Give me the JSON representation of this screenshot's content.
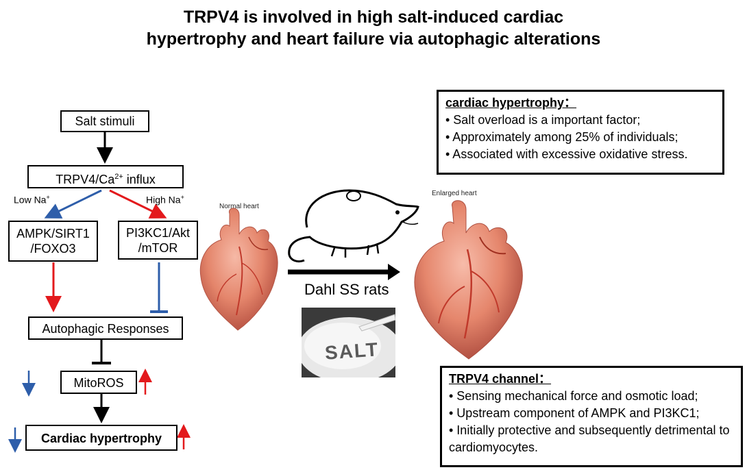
{
  "title": {
    "line1": "TRPV4 is involved in high salt-induced cardiac",
    "line2": "hypertrophy and heart failure via autophagic alterations"
  },
  "flow": {
    "salt_stimuli": "Salt stimuli",
    "trpv4_prefix": "TRPV4/Ca",
    "trpv4_sup": "2+",
    "trpv4_suffix": " influx",
    "low_na": "Low Na",
    "high_na": "High Na",
    "na_sup": "+",
    "ampk_line1": "AMPK/SIRT1",
    "ampk_line2": "/FOXO3",
    "pi3k_line1": "PI3KC1/Akt",
    "pi3k_line2": "/mTOR",
    "autophagic": "Autophagic Responses",
    "mitoros": "MitoROS",
    "cardiac": "Cardiac hypertrophy"
  },
  "figure": {
    "normal_heart": "Normal heart",
    "enlarged_heart": "Enlarged heart",
    "dahl": "Dahl SS rats",
    "salt": "SALT"
  },
  "info_hypertrophy": {
    "heading": "cardiac hypertrophy：",
    "bullets": [
      "• Salt overload is a important factor;",
      "• Approximately among 25% of individuals;",
      "•  Associated with excessive oxidative stress."
    ]
  },
  "info_trpv4": {
    "heading": "TRPV4 channel：",
    "bullets": [
      "• Sensing mechanical force and osmotic load;",
      "• Upstream component of AMPK and PI3KC1;",
      "• Initially protective and subsequently detrimental to cardiomyocytes."
    ]
  },
  "colors": {
    "red": "#e3191c",
    "blue": "#2e5eaa",
    "black": "#000000"
  },
  "icons": [
    "rat-icon",
    "salt-bowl-icon",
    "normal-heart-icon",
    "enlarged-heart-icon"
  ]
}
